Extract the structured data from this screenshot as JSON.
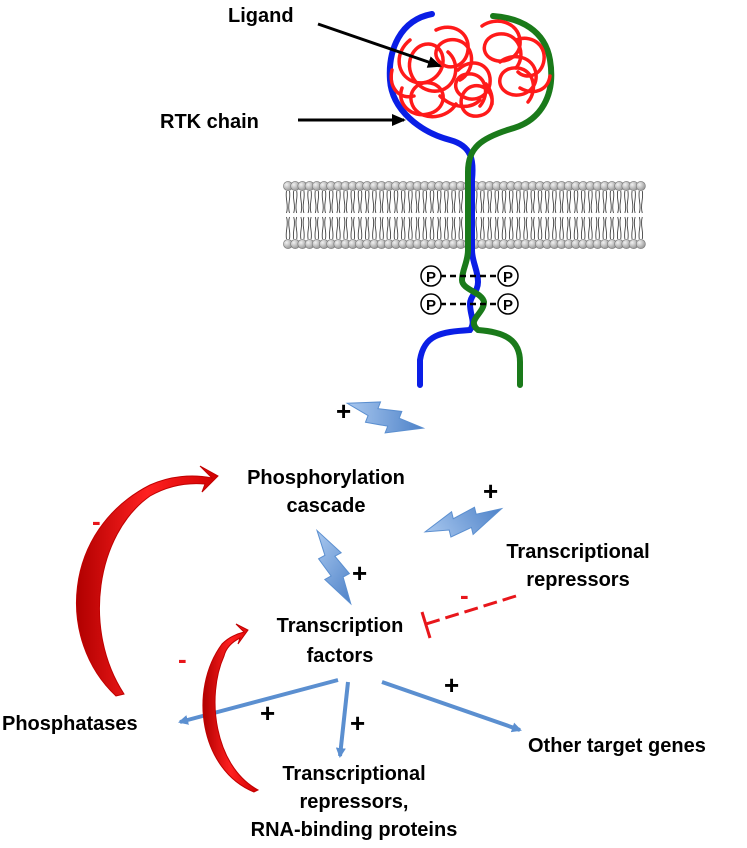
{
  "labels": {
    "ligand": "Ligand",
    "rtk_chain": "RTK chain",
    "phosphorylation_cascade_line1": "Phosphorylation",
    "phosphorylation_cascade_line2": "cascade",
    "transcriptional_repressors_line1": "Transcriptional",
    "transcriptional_repressors_line2": "repressors",
    "transcription_factors_line1": "Transcription",
    "transcription_factors_line2": "factors",
    "phosphatases": "Phosphatases",
    "other_target_genes": "Other target genes",
    "repressors_rbp_line1": "Transcriptional",
    "repressors_rbp_line2": "repressors,",
    "repressors_rbp_line3": "RNA-binding proteins",
    "phospho_symbol": "P"
  },
  "signs": {
    "plus": "+",
    "minus": "-"
  },
  "colors": {
    "chain_a": "#0a1ee6",
    "chain_b": "#1a7a1a",
    "ligand": "#ff1a1a",
    "activation": "#6a9bd8",
    "inhibition": "#e8161b",
    "membrane_head": "#b8b8b8",
    "text": "#000000"
  }
}
